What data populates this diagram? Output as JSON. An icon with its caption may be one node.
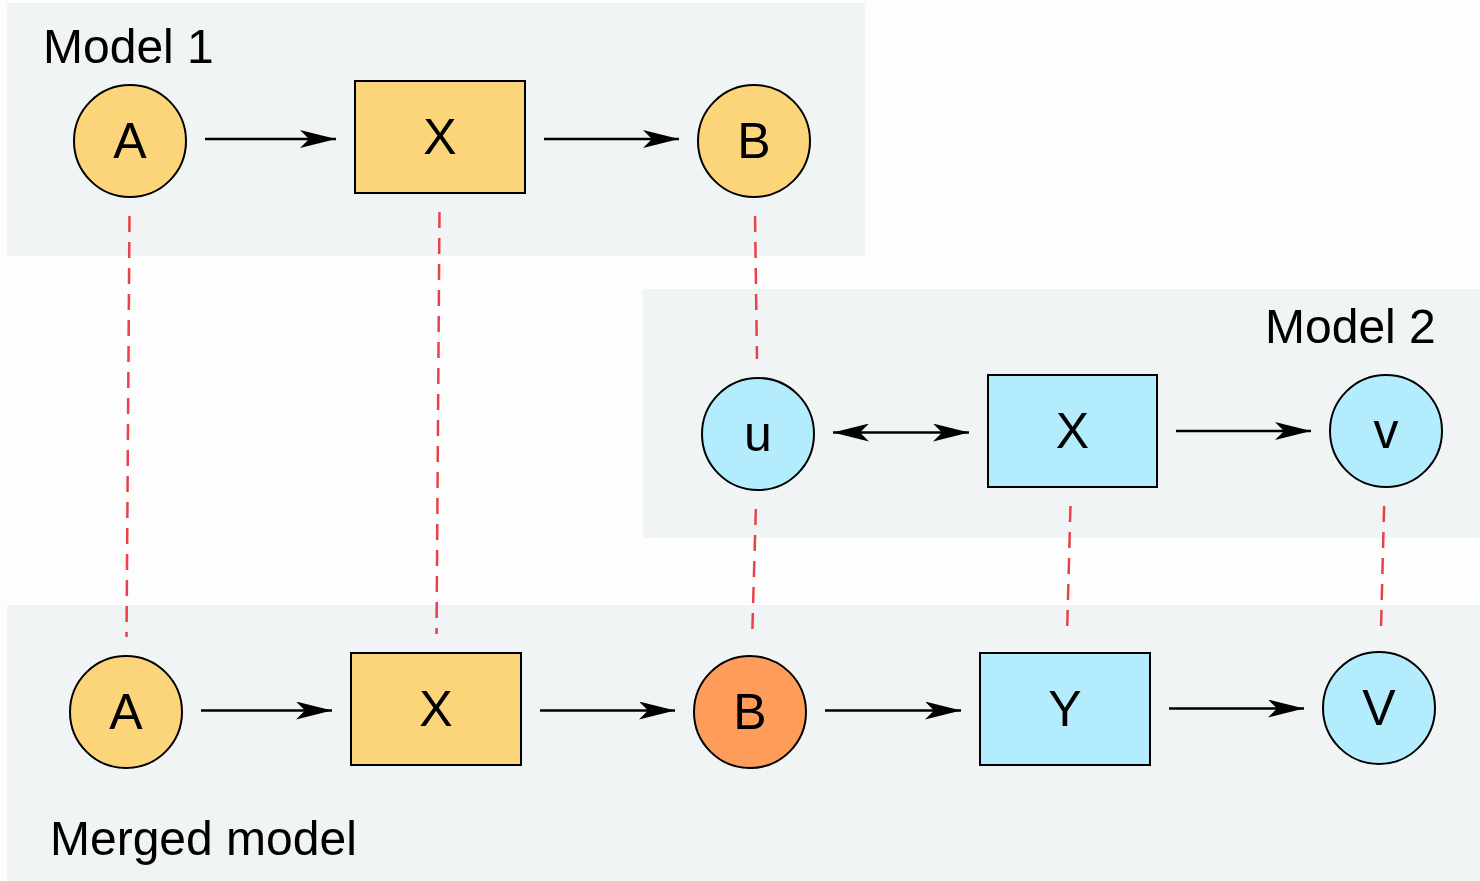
{
  "diagram": {
    "nodes": [
      {
        "text": [
          "Model 1"
        ]
      },
      {
        "text": [
          "A"
        ],
        "in": 0
      },
      {
        "text": [
          "X"
        ],
        "in": 0
      },
      {
        "text": [
          "B"
        ],
        "in": 0
      },
      {
        "text": [
          "Model 2"
        ]
      },
      {
        "text": [
          "u"
        ],
        "in": 4
      },
      {
        "text": [
          "X"
        ],
        "in": 4
      },
      {
        "text": [
          "v"
        ],
        "in": 4
      },
      {
        "text": [
          "Merged model"
        ]
      },
      {
        "text": [
          "A"
        ],
        "in": 8
      },
      {
        "text": [
          "X"
        ],
        "in": 8
      },
      {
        "text": [
          "B"
        ],
        "in": 8
      },
      {
        "text": [
          "Y"
        ],
        "in": 8
      },
      {
        "text": [
          "V"
        ],
        "in": 8
      }
    ],
    "edges": [
      {
        "from": 1,
        "to": 2,
        "arrow": "to"
      },
      {
        "from": 2,
        "to": 3,
        "arrow": "to"
      },
      {
        "from": 5,
        "to": 6,
        "arrow": "both"
      },
      {
        "from": 6,
        "to": 7,
        "arrow": "to"
      },
      {
        "from": 9,
        "to": 10,
        "arrow": "to"
      },
      {
        "from": 10,
        "to": 11,
        "arrow": "to"
      },
      {
        "from": 11,
        "to": 12,
        "arrow": "to"
      },
      {
        "from": 12,
        "to": 13,
        "arrow": "to"
      },
      {
        "from": 1,
        "to": 9,
        "arrow": "none",
        "style": "dashed",
        "color": "#e8414a"
      },
      {
        "from": 2,
        "to": 10,
        "arrow": "none",
        "style": "dashed",
        "color": "#e8414a"
      },
      {
        "from": 3,
        "to": 5,
        "arrow": "none",
        "style": "dashed",
        "color": "#e8414a"
      },
      {
        "from": 5,
        "to": 11,
        "arrow": "none",
        "style": "dashed",
        "color": "#e8414a"
      },
      {
        "from": 6,
        "to": 12,
        "arrow": "none",
        "style": "dashed",
        "color": "#e8414a"
      },
      {
        "from": 7,
        "to": 13,
        "arrow": "none",
        "style": "dashed",
        "color": "#e8414a"
      }
    ]
  }
}
